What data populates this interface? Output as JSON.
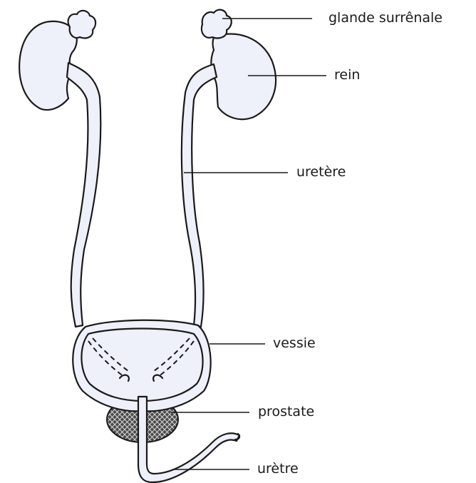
{
  "colors": {
    "organ_fill": "#eef0fa",
    "outline": "#1a1a1a",
    "prostate_fill": "#3a3a3a"
  },
  "labels": {
    "adrenal": "glande surrênale",
    "kidney": "rein",
    "ureter": "uretère",
    "bladder": "vessie",
    "prostate": "prostate",
    "urethra": "urètre"
  }
}
